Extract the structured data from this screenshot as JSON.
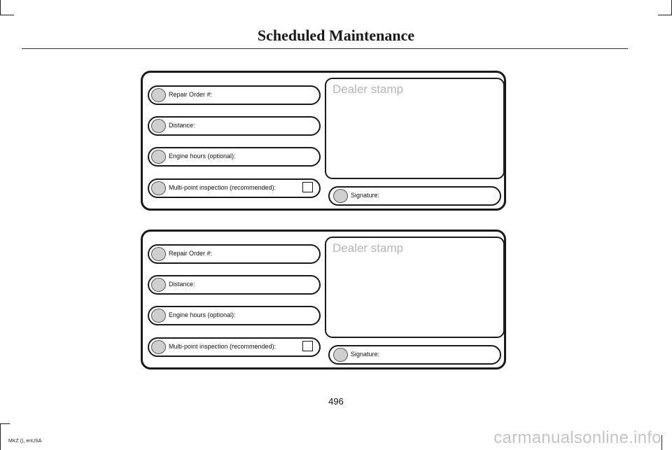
{
  "page": {
    "title": "Scheduled Maintenance",
    "page_number": "496",
    "footer": "MKZ (), enUSA",
    "watermark": "carmanualsonline.info"
  },
  "forms": [
    {
      "repair_order_label": "Repair Order #:",
      "distance_label": "Distance:",
      "engine_hours_label": "Engine hours (optional):",
      "inspection_label": "Multi-point inspection (recommended):",
      "stamp_label": "Dealer stamp",
      "signature_label": "Signature:"
    },
    {
      "repair_order_label": "Repair Order #:",
      "distance_label": "Distance:",
      "engine_hours_label": "Engine hours (optional):",
      "inspection_label": "Multi-point inspection (recommended):",
      "stamp_label": "Dealer stamp",
      "signature_label": "Signature:"
    }
  ]
}
